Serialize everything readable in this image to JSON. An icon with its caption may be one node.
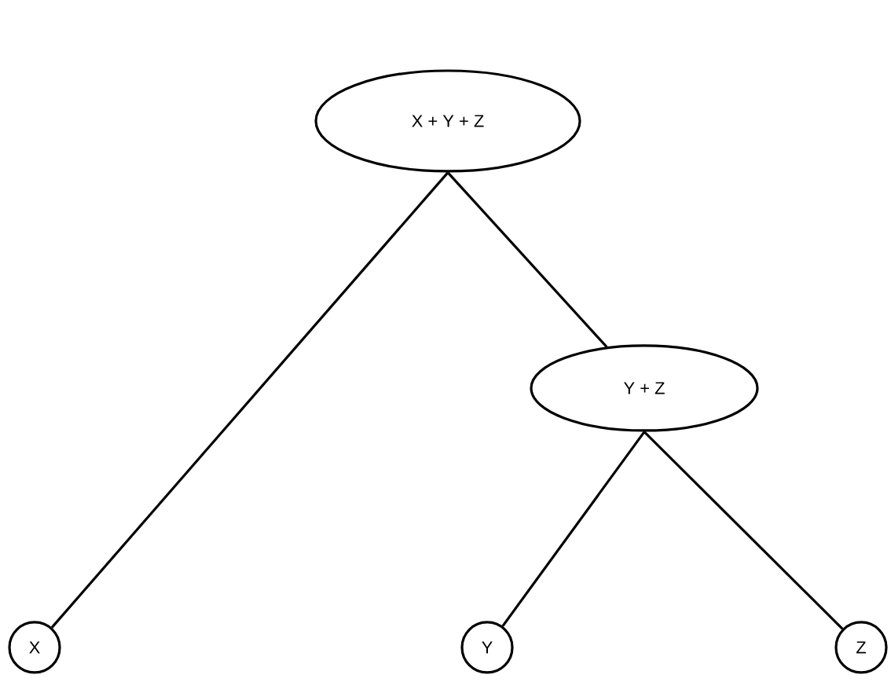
{
  "diagram": {
    "nodes": [
      {
        "text": [
          "X + Y + Z"
        ]
      },
      {
        "text": [
          "Y + Z"
        ]
      },
      {
        "text": [
          "X"
        ]
      },
      {
        "text": [
          "Y"
        ]
      },
      {
        "text": [
          "Z"
        ]
      }
    ],
    "edges": [
      {
        "from": 0,
        "to": 2,
        "arrow": "none"
      },
      {
        "from": 0,
        "to": 1,
        "arrow": "none"
      },
      {
        "from": 1,
        "to": 3,
        "arrow": "none"
      },
      {
        "from": 1,
        "to": 4,
        "arrow": "none"
      }
    ]
  }
}
